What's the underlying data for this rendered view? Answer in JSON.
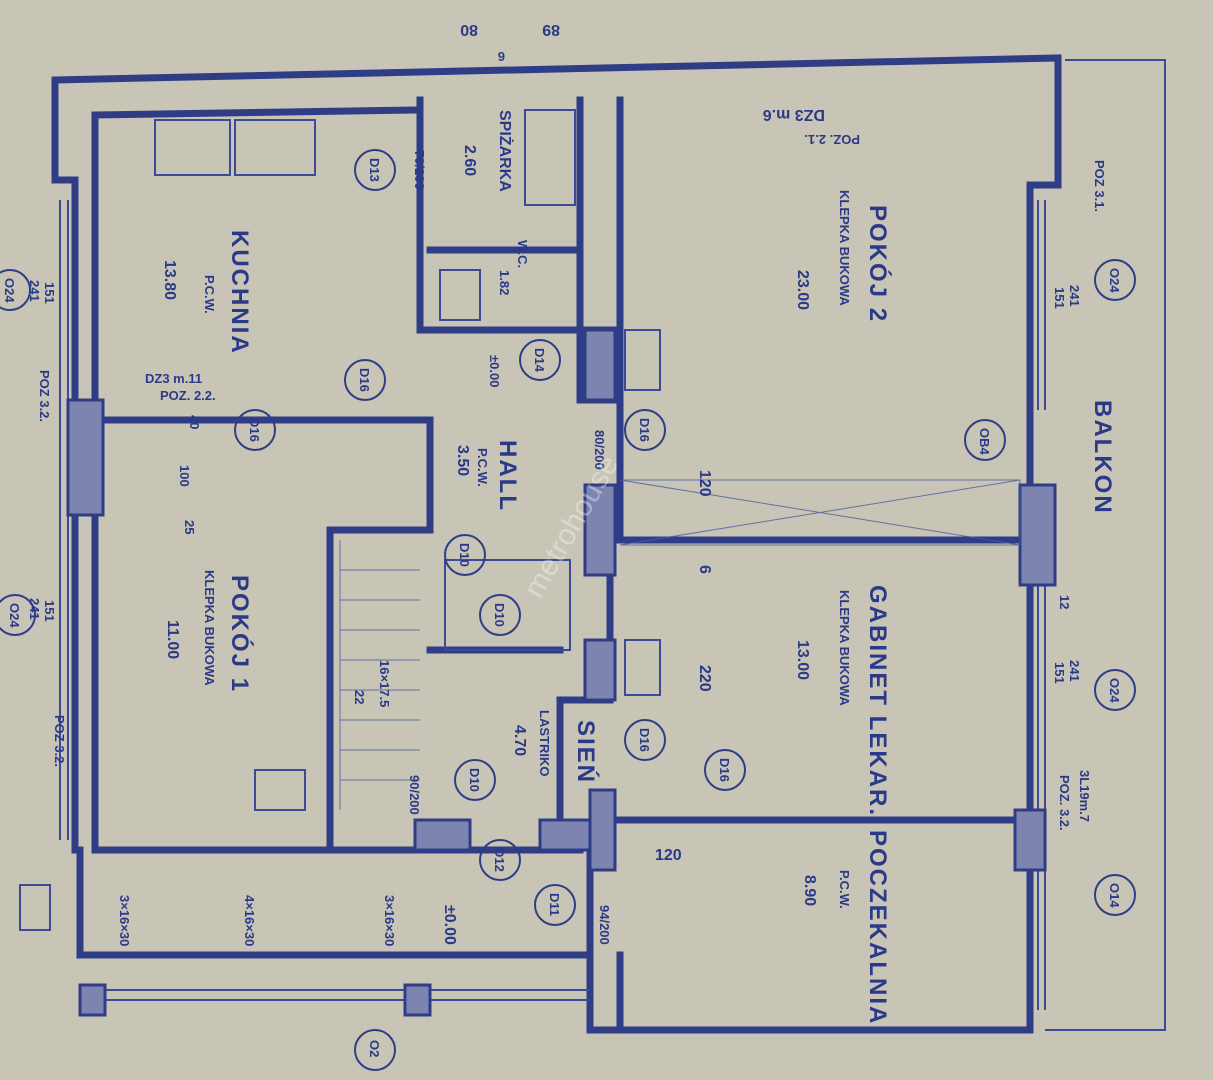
{
  "rooms": [
    {
      "name": "KUCHNIA",
      "floor": "P.C.W.",
      "area": "13.80"
    },
    {
      "name": "POKÓJ 1",
      "floor": "KLEPKA BUKOWA",
      "area": "11.00"
    },
    {
      "name": "HALL",
      "floor": "P.C.W.",
      "area": "3.50"
    },
    {
      "name": "SIEŃ",
      "floor": "LASTRIKO",
      "area": "4.70"
    },
    {
      "name": "SPIŻARKA",
      "floor": "",
      "area": "2.60"
    },
    {
      "name": "W.C.",
      "floor": "",
      "area": "1.82"
    },
    {
      "name": "POKÓJ 2",
      "floor": "KLEPKA BUKOWA",
      "area": "23.00"
    },
    {
      "name": "GABINET LEKAR.",
      "floor": "KLEPKA BUKOWA",
      "area": "13.00"
    },
    {
      "name": "POCZEKALNIA",
      "floor": "P.C.W.",
      "area": "8.90"
    },
    {
      "name": "BALKON",
      "floor": "",
      "area": ""
    }
  ],
  "doors": [
    "D13",
    "D16",
    "D16",
    "D14",
    "D16",
    "D10",
    "D10",
    "D10",
    "D16",
    "D16",
    "D12",
    "D11",
    "OB4",
    "O24",
    "O24",
    "O24",
    "O24",
    "O14",
    "O2"
  ],
  "notes": [
    "DZ3 m.6",
    "POZ. 2.1.",
    "DZ3 m.11",
    "POZ. 2.2.",
    "POZ 3.1.",
    "POZ 3.2.",
    "POZ 3.2.",
    "3L19m.7",
    "POZ. 3.2."
  ],
  "dims": [
    "80",
    "89",
    "6",
    "241",
    "151",
    "241",
    "151",
    "241",
    "151",
    "241",
    "151",
    "120",
    "220",
    "6",
    "120",
    "70/200",
    "80/200",
    "90/200",
    "94/200",
    "±0.00",
    "16×17.5",
    "22",
    "3×16×30",
    "4×16×30",
    "3×16×30",
    "±0.00",
    "12",
    "40",
    "100",
    "25"
  ],
  "watermark": "metrohouse"
}
